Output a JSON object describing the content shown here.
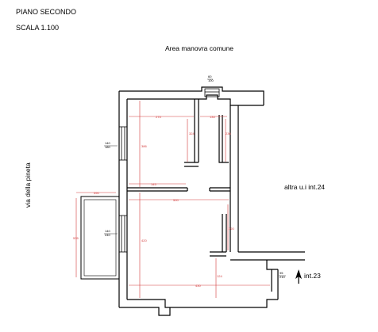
{
  "header": {
    "title": "PIANO SECONDO",
    "scale": "SCALA 1.100"
  },
  "labels": {
    "top": "Area manovra comune",
    "left": "via della pineta",
    "right": "altra u.i int.24",
    "entrance": "int.23"
  },
  "window_tags": {
    "top": {
      "line1": "60",
      "line2": "100"
    },
    "left_upper": {
      "line1": "140",
      "line2": "180"
    },
    "left_lower": {
      "line1": "140",
      "line2": "240"
    },
    "entrance": {
      "line1": "95",
      "line2": "210"
    }
  },
  "dimensions": {
    "d1": "275",
    "d2": "134",
    "d3": "386",
    "d4": "324",
    "d5": "236",
    "d6": "500",
    "d7": "420",
    "d8": "145",
    "d9": "320",
    "d10": "590",
    "d11": "430",
    "d12": "124",
    "d13": "535"
  },
  "colors": {
    "wall": "#000000",
    "dimension": "#d23a3a",
    "background": "#ffffff"
  }
}
